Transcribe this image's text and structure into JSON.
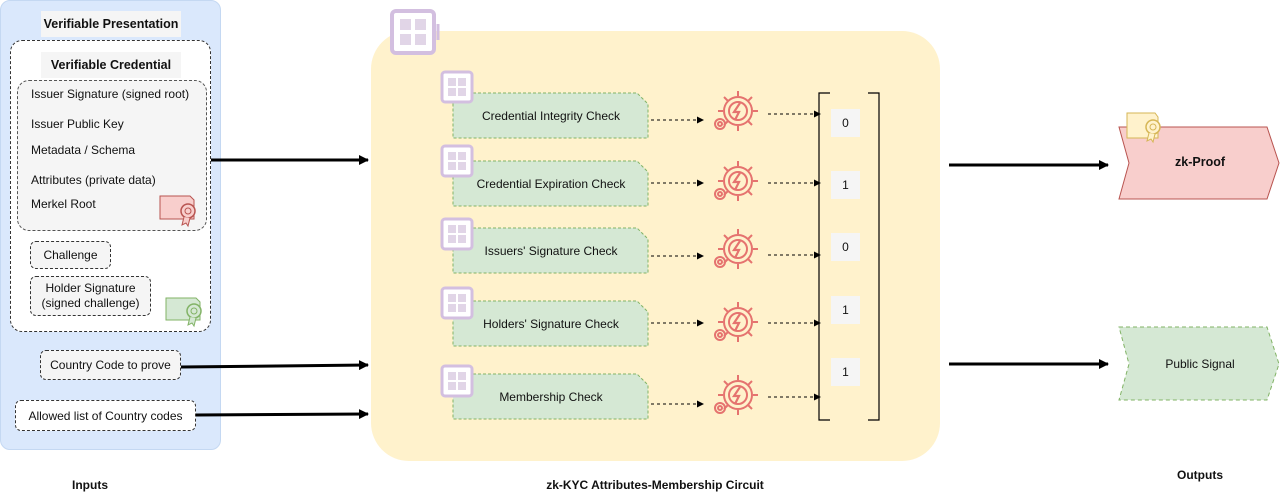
{
  "inputs": {
    "caption": "Inputs",
    "verifiable_presentation": "Verifiable Presentation",
    "verifiable_credential": "Verifiable Credential",
    "credential_items": [
      "Issuer Signature  (signed root)",
      "Issuer Public Key",
      "Metadata / Schema",
      "Attributes (private data)",
      "Merkel Root"
    ],
    "challenge": "Challenge",
    "holder_signature_line1": "Holder Signature",
    "holder_signature_line2": "(signed challenge)",
    "country_code": "Country Code to prove",
    "allowed_list": "Allowed list of Country codes"
  },
  "circuit": {
    "caption": "zk-KYC Attributes-Membership Circuit",
    "checks": [
      "Credential Integrity Check",
      "Credential Expiration Check",
      "Issuers' Signature Check",
      "Holders' Signature Check",
      "Membership Check"
    ],
    "results": [
      "0",
      "1",
      "0",
      "1",
      "1"
    ]
  },
  "outputs": {
    "caption": "Outputs",
    "zk_proof": "zk-Proof",
    "public_signal": "Public Signal"
  },
  "colors": {
    "inputs_panel": "#dae8fc",
    "circuit_bg": "#fff2cc",
    "check_fill": "#d5e8d4",
    "check_border": "#82b366",
    "gear_icon": "#e5736f",
    "component_icon": "#e1d5e7",
    "zk_proof_fill": "#f8cecc",
    "public_signal_fill": "#d5e8d4"
  }
}
